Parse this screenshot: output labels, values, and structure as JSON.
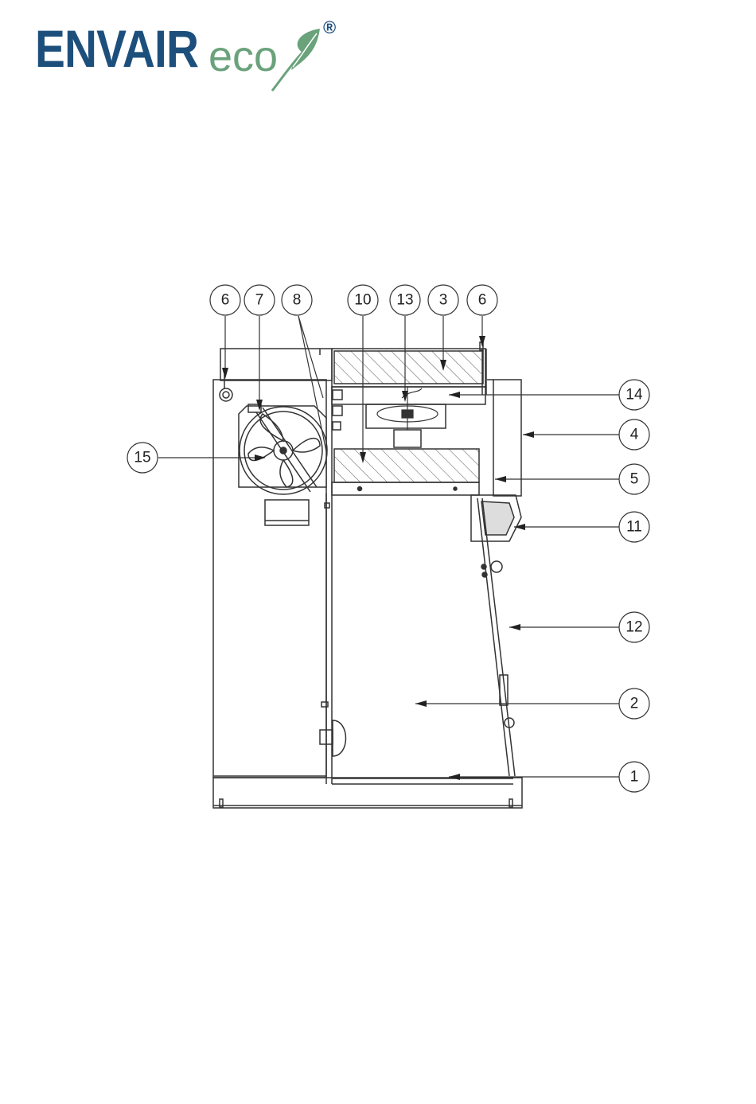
{
  "logo": {
    "main": "ENVAIR",
    "eco": "eco",
    "reg": "®",
    "color_main": "#1d4f7c",
    "color_eco": "#6aa27b"
  },
  "callouts": {
    "c6a": "6",
    "c7": "7",
    "c8": "8",
    "c10": "10",
    "c13": "13",
    "c3": "3",
    "c6b": "6",
    "c14": "14",
    "c4": "4",
    "c5": "5",
    "c11": "11",
    "c12": "12",
    "c2": "2",
    "c1": "1",
    "c15": "15"
  },
  "colors": {
    "line": "#333333",
    "hatch": "#555555"
  }
}
